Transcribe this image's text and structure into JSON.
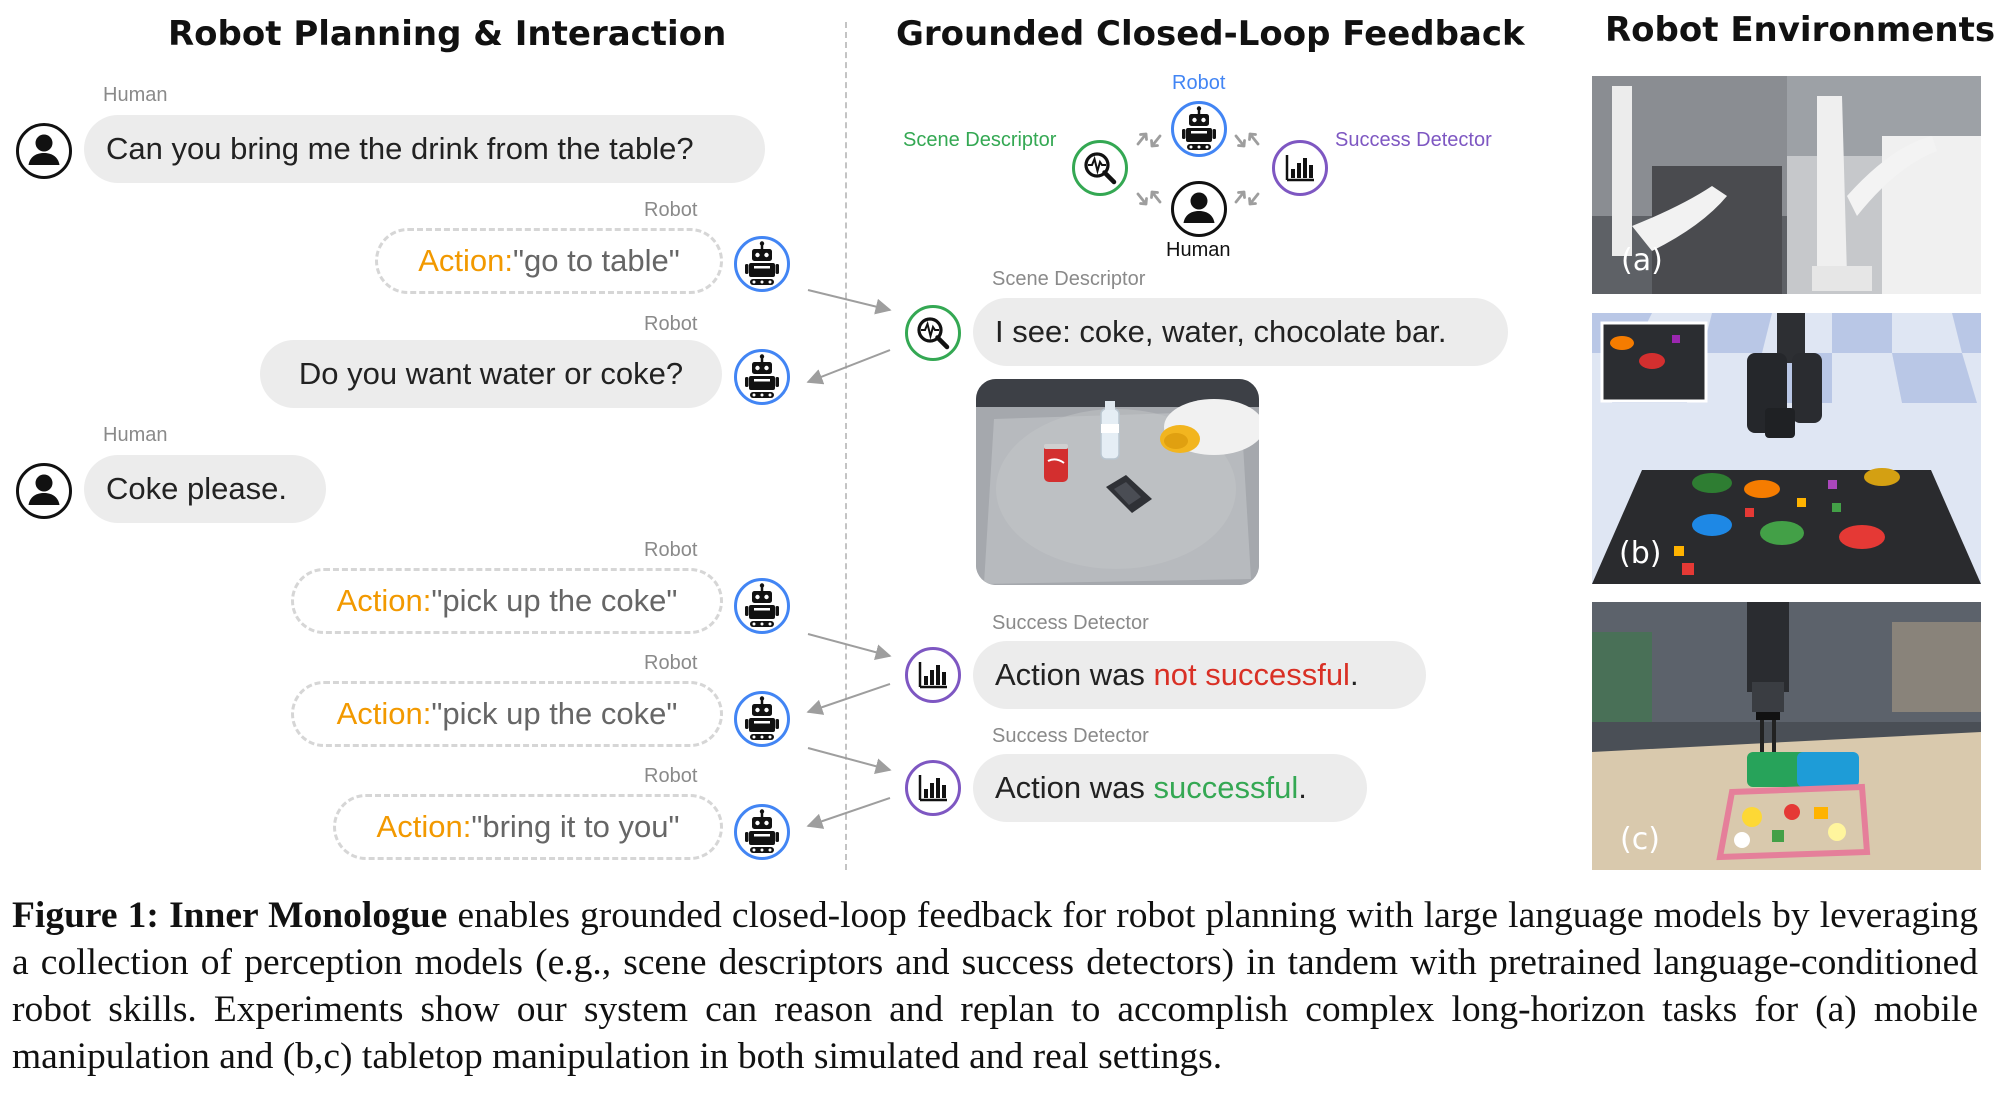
{
  "titles": {
    "left": "Robot Planning & Interaction",
    "middle": "Grounded Closed-Loop Feedback",
    "right": "Robot Environments"
  },
  "conversation": [
    {
      "speaker": "Human",
      "text": "Can you bring me the drink from the table?"
    },
    {
      "speaker": "Robot",
      "keyword": "Action:",
      "text": " \"go to table\""
    },
    {
      "speaker": "Robot",
      "text": "Do you want water or coke?"
    },
    {
      "speaker": "Human",
      "text": "Coke please."
    },
    {
      "speaker": "Robot",
      "keyword": "Action:",
      "text": " \"pick up the coke\""
    },
    {
      "speaker": "Robot",
      "keyword": "Action:",
      "text": " \"pick up the coke\""
    },
    {
      "speaker": "Robot",
      "keyword": "Action:",
      "text": " \"bring it to you\""
    }
  ],
  "loop_diagram": {
    "robot": "Robot",
    "human": "Human",
    "scene_descriptor": "Scene Descriptor",
    "success_detector": "Success Detector",
    "colors": {
      "scene": "#34a853",
      "robot": "#4285f4",
      "success": "#7e57c2"
    }
  },
  "feedback": [
    {
      "source": "Scene Descriptor",
      "text": "I see: coke, water, chocolate bar."
    },
    {
      "source": "Success Detector",
      "text_before": "Action was ",
      "highlight": "not successful",
      "text_after": ".",
      "highlight_color": "#d93025"
    },
    {
      "source": "Success Detector",
      "text_before": "Action was ",
      "highlight": "successful",
      "text_after": ".",
      "highlight_color": "#34a853"
    }
  ],
  "environments": [
    {
      "label": "(a)"
    },
    {
      "label": "(b)"
    },
    {
      "label": "(c)"
    }
  ],
  "icons": [
    "person-icon",
    "robot-icon",
    "magnifier-waveform-icon",
    "bar-chart-icon",
    "cycle-arrows-icon"
  ],
  "caption": {
    "label": "Figure 1:",
    "title": "Inner Monologue",
    "body": " enables grounded closed-loop feedback for robot planning with large language models by leveraging a collection of perception models (e.g., scene descriptors and success detectors) in tandem with pretrained language-conditioned robot skills.  Experiments show our system can reason and replan to accomplish complex long-horizon tasks for (a) mobile manipulation and (b,c) tabletop manipulation in both simulated and real settings."
  }
}
